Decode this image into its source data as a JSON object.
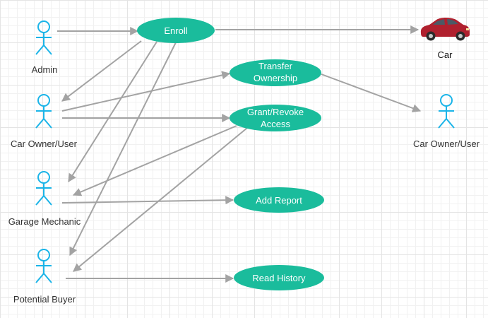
{
  "diagram": {
    "actors": {
      "admin": "Admin",
      "car_owner_user": "Car Owner/User",
      "garage_mechanic": "Garage Mechanic",
      "potential_buyer": "Potential Buyer",
      "car_owner_user_right": "Car Owner/User"
    },
    "use_cases": {
      "enroll": "Enroll",
      "transfer_ownership_line1": "Transfer",
      "transfer_ownership_line2": "Ownership",
      "grant_revoke_line1": "Grant/Revoke",
      "grant_revoke_line2": "Access",
      "add_report": "Add Report",
      "read_history": "Read History"
    },
    "car": {
      "label": "Car"
    },
    "colors": {
      "actor": "#1ab4e8",
      "use_case": "#1abc9c",
      "edge": "#a3a3a3",
      "car_body": "#b0202e"
    }
  }
}
